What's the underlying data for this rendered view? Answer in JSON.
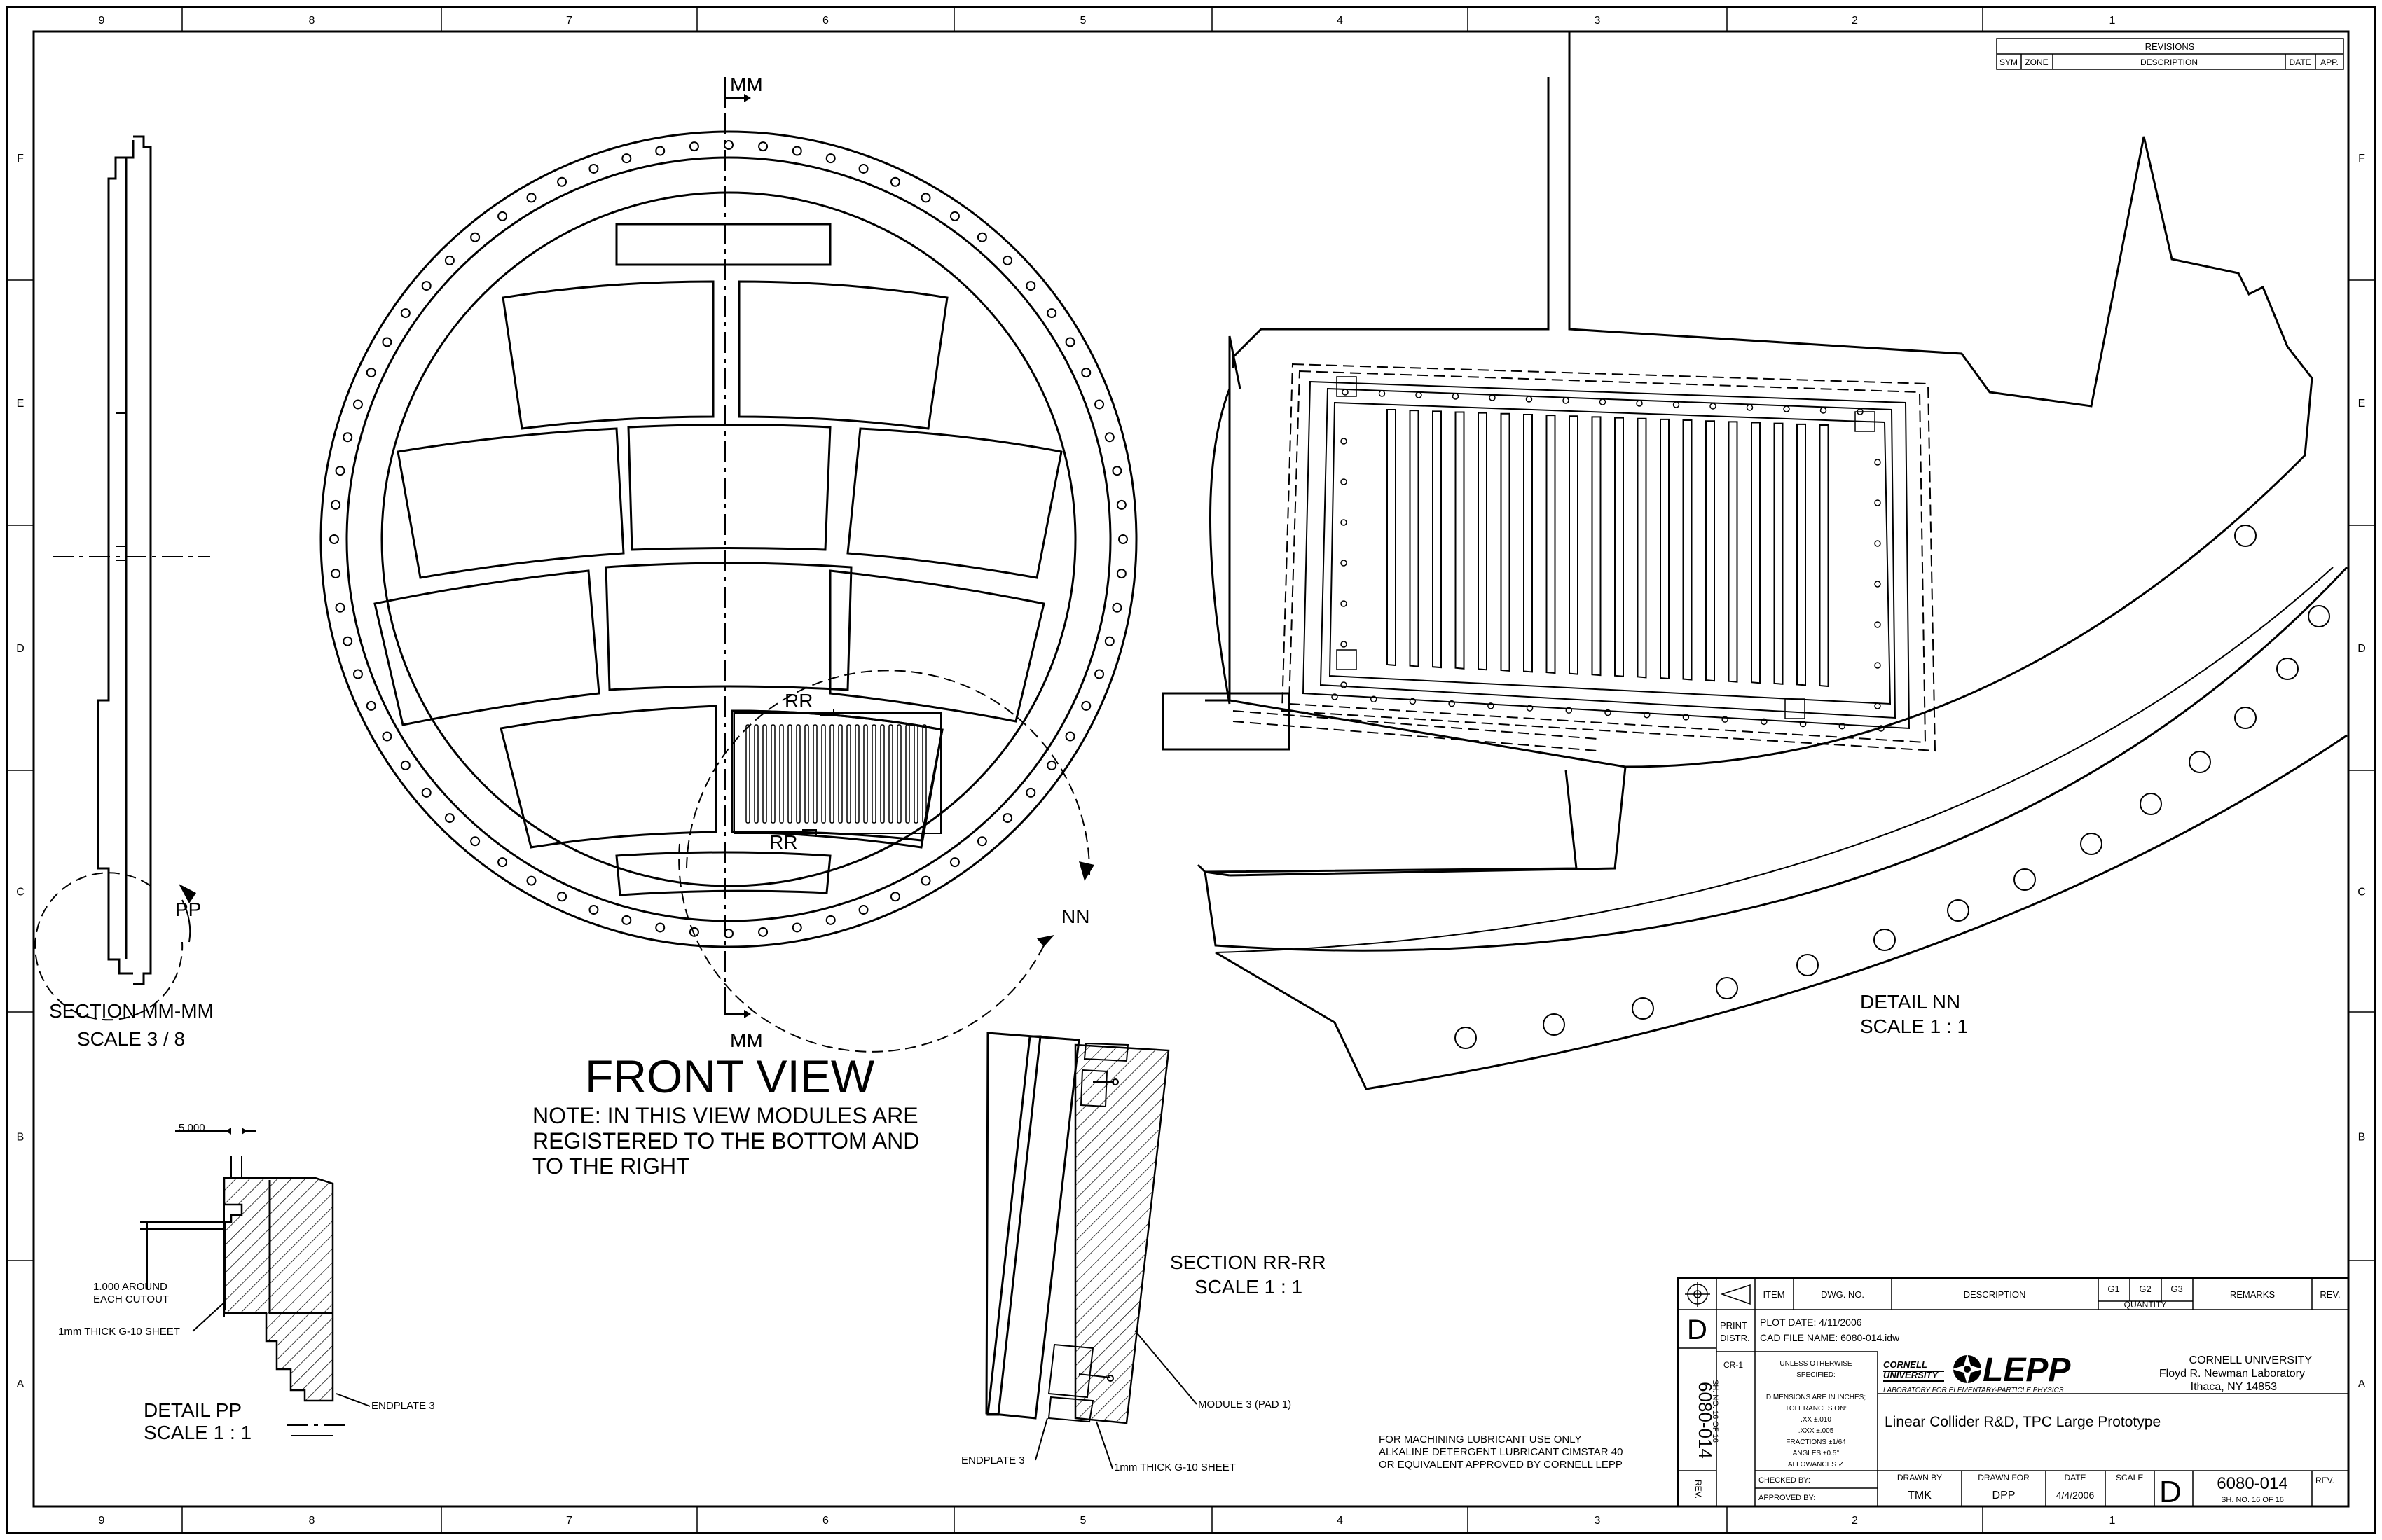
{
  "border": {
    "columns": [
      "9",
      "8",
      "7",
      "6",
      "5",
      "4",
      "3",
      "2",
      "1"
    ],
    "rows": [
      "F",
      "E",
      "D",
      "C",
      "B",
      "A"
    ]
  },
  "revisions": {
    "title": "REVISIONS",
    "headers": [
      "SYM",
      "ZONE",
      "DESCRIPTION",
      "DATE",
      "APP."
    ]
  },
  "front_view": {
    "title": "FRONT VIEW",
    "note_lines": [
      "NOTE: IN THIS VIEW MODULES ARE",
      "REGISTERED TO THE BOTTOM AND",
      "TO THE RIGHT"
    ],
    "mm_top": "MM",
    "mm_bottom": "MM",
    "rr_top": "RR",
    "rr_bottom": "RR",
    "nn": "NN"
  },
  "section_mm": {
    "label": "SECTION  MM-MM",
    "scale": "SCALE 3 / 8",
    "pp": "PP"
  },
  "detail_nn": {
    "label": "DETAIL  NN",
    "scale": "SCALE 1 : 1"
  },
  "detail_pp": {
    "label": "DETAIL  PP",
    "scale": "SCALE 1 : 1",
    "dim": "5.000",
    "note_around_1": "1.000 AROUND",
    "note_around_2": "EACH CUTOUT",
    "g10": "1mm THICK G-10 SHEET",
    "endplate": "ENDPLATE 3"
  },
  "section_rr": {
    "label": "SECTION  RR-RR",
    "scale": "SCALE 1 : 1",
    "module": "MODULE 3 (PAD 1)",
    "endplate": "ENDPLATE 3",
    "g10": "1mm THICK G-10 SHEET"
  },
  "lubricant_note": [
    "FOR MACHINING LUBRICANT USE ONLY",
    "ALKALINE DETERGENT LUBRICANT CIMSTAR 40",
    "OR EQUIVALENT APPROVED BY CORNELL LEPP"
  ],
  "title_block": {
    "parts_headers": [
      "ITEM",
      "DWG. NO.",
      "DESCRIPTION",
      "G1",
      "G2",
      "G3",
      "QUANTITY",
      "REMARKS",
      "REV."
    ],
    "print_distr": "PRINT\nDISTR.",
    "print": "PRINT",
    "distr": "DISTR.",
    "plot_date": "PLOT DATE:  4/11/2006",
    "cad_file": "CAD FILE NAME:  6080-014.idw",
    "cr": "CR-1",
    "tolerance_lines": [
      "UNLESS OTHERWISE",
      "SPECIFIED:",
      "",
      "DIMENSIONS ARE IN INCHES;",
      "TOLERANCES ON:",
      ".XX  ±.010",
      ".XXX  ±.005",
      "FRACTIONS  ±1/64",
      "ANGLES  ±0.5°",
      "ALLOWANCES  ✓"
    ],
    "side_dwg": "6080-014",
    "side_sheet": "SH. NO. 16    OF 16",
    "side_rev": "REV.",
    "size_letter": "D",
    "cornell": "CORNELL",
    "university": "UNIVERSITY",
    "lepp": "LEPP",
    "lepp_sub": "LABORATORY FOR ELEMENTARY-PARTICLE PHYSICS",
    "org_lines": [
      "CORNELL UNIVERSITY",
      "Floyd R. Newman Laboratory",
      "Ithaca, NY 14853"
    ],
    "title": "Linear Collider R&D, TPC Large Prototype",
    "checked_by": "CHECKED BY:",
    "approved_by": "APPROVED BY:",
    "drawn_by_label": "DRAWN BY",
    "drawn_by": "TMK",
    "drawn_for_label": "DRAWN FOR",
    "drawn_for": "DPP",
    "date_label": "DATE",
    "date": "4/4/2006",
    "scale_label": "SCALE",
    "dwg_no": "6080-014",
    "sheet": "SH. NO. 16    OF 16",
    "rev_label": "REV."
  }
}
